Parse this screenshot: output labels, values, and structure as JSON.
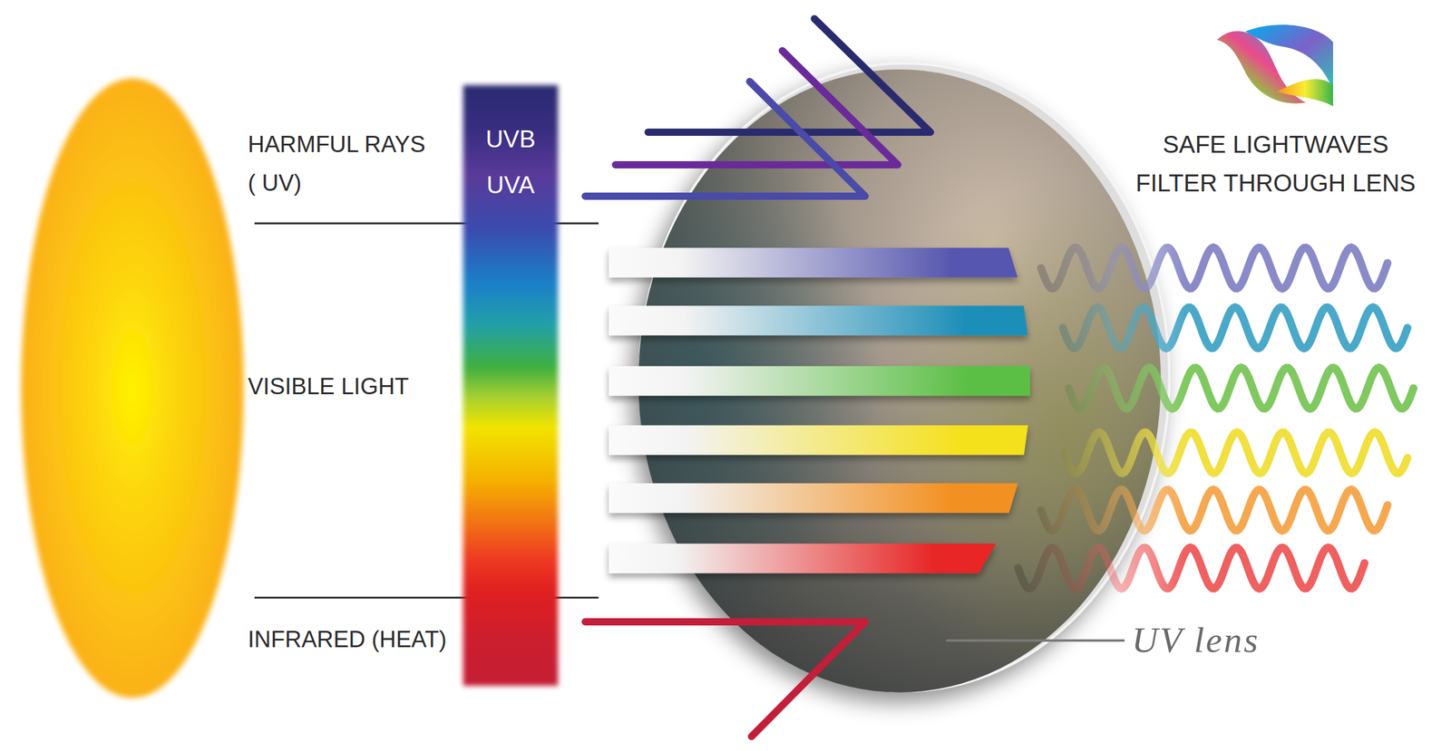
{
  "diagram": {
    "nodes": [
      {
        "text": [
          "UVB",
          "UVA"
        ]
      }
    ],
    "labels": [
      "HARMFUL RAYS ( UV)",
      "VISIBLE LIGHT",
      "INFRARED (HEAT)",
      "SAFE LIGHTWAVES FILTER THROUGH LENS",
      "UV lens"
    ]
  }
}
